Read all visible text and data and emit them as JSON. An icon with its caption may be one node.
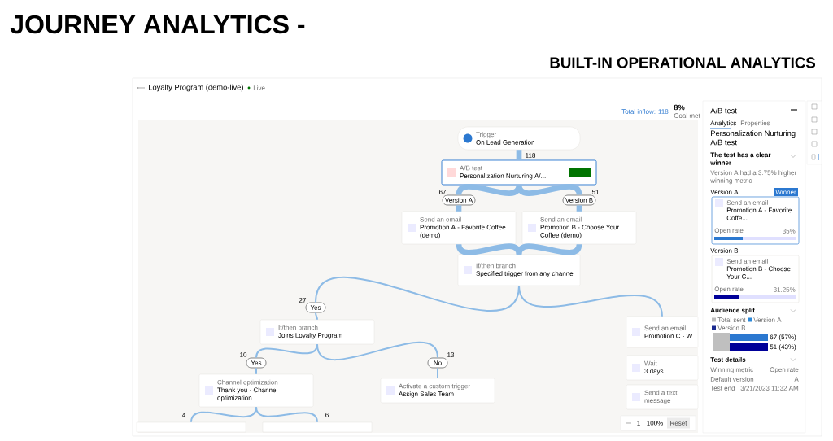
{
  "diagram": {
    "nodes": [
      {
        "text": [
          "Trigger",
          "On Lead Generation"
        ]
      },
      {
        "text": [
          "A/B test",
          "Personalization Nurturing A/..."
        ]
      },
      {
        "text": [
          "Version A"
        ]
      },
      {
        "text": [
          "Version B"
        ]
      },
      {
        "text": [
          "Send an email",
          "Promotion A - Favorite Coffee (demo)"
        ]
      },
      {
        "text": [
          "Send an email",
          "Promotion B - Choose Your Coffee (demo)"
        ]
      },
      {
        "text": [
          "If/then branch",
          "Specified trigger from any channel"
        ]
      },
      {
        "text": [
          "Yes"
        ]
      },
      {
        "text": [
          "If/then branch",
          "Joins Loyalty Program"
        ]
      },
      {
        "text": [
          "Yes"
        ]
      },
      {
        "text": [
          "No"
        ]
      },
      {
        "text": [
          "Channel optimization",
          "Thank you - Channel optimization"
        ]
      },
      {
        "text": [
          "Activate a custom trigger",
          "Assign Sales Team"
        ]
      },
      {
        "text": [
          "Send an email",
          "Promotion C - W"
        ]
      },
      {
        "text": [
          "Wait",
          "3 days"
        ]
      },
      {
        "text": [
          "Send a text message"
        ]
      },
      {
        "text": [],
        "shape": "box"
      },
      {
        "text": [],
        "shape": "box"
      }
    ],
    "edges": [
      {
        "from": 0,
        "to": 1,
        "arrow": "none",
        "label": "118",
        "style": "thick"
      },
      {
        "from": 1,
        "to": 2,
        "arrow": "none",
        "label": "67",
        "style": "thick"
      },
      {
        "from": 1,
        "to": 3,
        "arrow": "none",
        "label": "51",
        "style": "thick"
      },
      {
        "from": 2,
        "to": 4,
        "arrow": "none",
        "style": "thick"
      },
      {
        "from": 3,
        "to": 5,
        "arrow": "none",
        "style": "thick"
      },
      {
        "from": 4,
        "to": 6,
        "arrow": "none",
        "style": "thick"
      },
      {
        "from": 5,
        "to": 6,
        "arrow": "none",
        "style": "thick"
      },
      {
        "from": 6,
        "to": 7,
        "arrow": "none",
        "label": "27"
      },
      {
        "from": 6,
        "to": 13,
        "arrow": "none"
      },
      {
        "from": 7,
        "to": 8,
        "arrow": "none"
      },
      {
        "from": 8,
        "to": 9,
        "arrow": "none",
        "label": "10"
      },
      {
        "from": 8,
        "to": 10,
        "arrow": "none",
        "label": "13"
      },
      {
        "from": 9,
        "to": 11,
        "arrow": "none"
      },
      {
        "from": 10,
        "to": 12,
        "arrow": "none"
      },
      {
        "from": 11,
        "to": 16,
        "arrow": "none",
        "label": "4"
      },
      {
        "from": 11,
        "to": 17,
        "arrow": "none",
        "label": "6"
      }
    ],
    "labels": [
      "JOURNEY ANALYTICS -",
      "BUILT-IN OPERATIONAL ANALYTICS",
      "Loyalty Program (demo-live)",
      "Live",
      "Total inflow: 118",
      "8%",
      "Goal met",
      "A/B test",
      "Analytics",
      "Properties",
      "Personalization Nurturing A/B test",
      "The test has a clear winner",
      "Version A had a 3.75% higher winning metric",
      "Version A",
      "Winner",
      "Send an email",
      "Promotion A - Favorite Coffe...",
      "Open rate",
      "35%",
      "Version B",
      "Send an email",
      "Promotion B - Choose Your C...",
      "Open rate",
      "31.25%",
      "Audience split",
      "67 (57%)",
      "51 (43%)",
      "Test details",
      "Winning metric",
      "Open rate",
      "Default version",
      "A",
      "Test end",
      "3/21/2023 11:32 AM",
      "1",
      "100%",
      "Reset"
    ],
    "legend": [
      {
        "text": "Total sent",
        "color": "#bdbdbd"
      },
      {
        "text": "Version A",
        "color": "#2b88d8"
      },
      {
        "text": "Version B",
        "color": "#1b2a8f"
      }
    ]
  }
}
